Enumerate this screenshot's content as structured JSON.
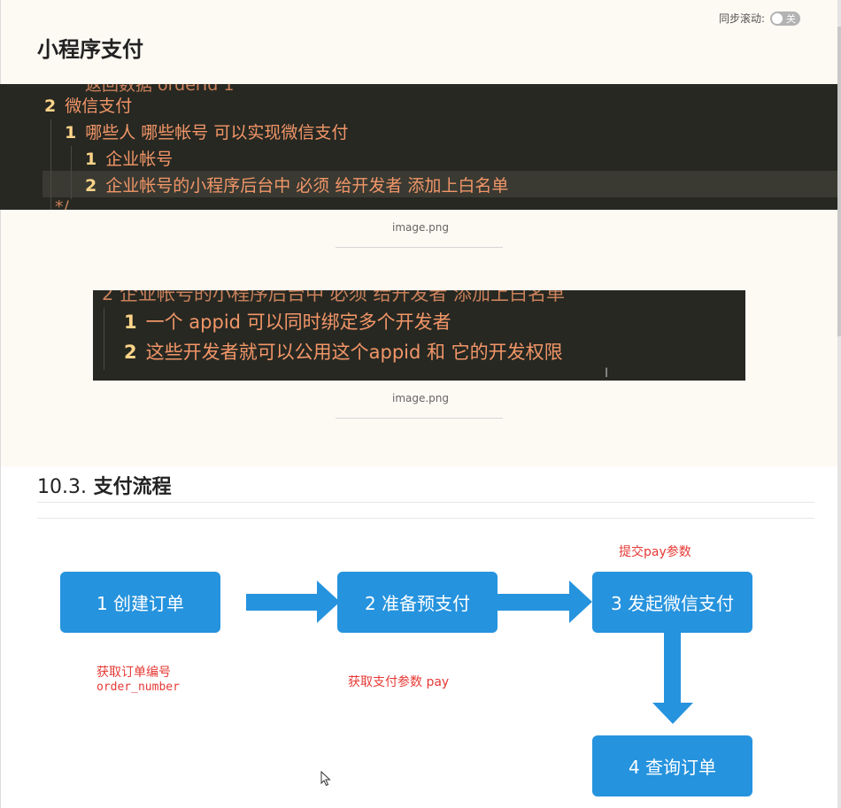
{
  "header": {
    "title": "小程序支付",
    "sync_label": "同步滚动:",
    "sync_toggle": "关"
  },
  "code_block_1": {
    "cut_top": "返回数据  orderId  1",
    "cut_bottom": "*/",
    "lines": [
      {
        "num": "2",
        "text": "微信支付"
      },
      {
        "num": "1",
        "text": "哪些人 哪些帐号 可以实现微信支付"
      },
      {
        "num": "1",
        "text": "企业帐号"
      },
      {
        "num": "2",
        "text": "企业帐号的小程序后台中 必须 给开发者 添加上白名单"
      }
    ],
    "caption": "image.png"
  },
  "code_block_2": {
    "cut_top": "2 企业帐号的小程序后台中 必须 给开发者 添加上白名单",
    "lines": [
      {
        "num": "1",
        "text": "一个 appid 可以同时绑定多个开发者"
      },
      {
        "num": "2",
        "text": "这些开发者就可以公用这个appid 和 它的开发权限"
      }
    ],
    "caption": "image.png"
  },
  "section": {
    "number": "10.3.",
    "title": "支付流程"
  },
  "flow": {
    "step1": "1  创建订单",
    "step2": "2  准备预支付",
    "step3": "3  发起微信支付",
    "step4": "4  查询订单",
    "note1_line1": "获取订单编号",
    "note1_line2": "order_number",
    "note2": "获取支付参数 pay",
    "note3": "提交pay参数"
  }
}
